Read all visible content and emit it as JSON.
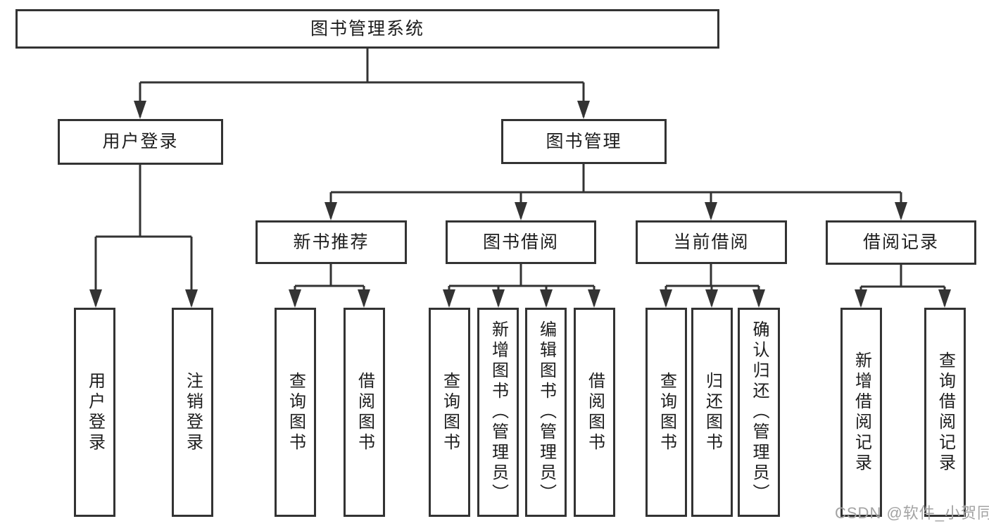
{
  "diagram_title": "图书管理系统",
  "tree": {
    "label": "图书管理系统",
    "children": [
      {
        "label": "用户登录",
        "children": [
          {
            "label": "用户登录"
          },
          {
            "label": "注销登录"
          }
        ]
      },
      {
        "label": "图书管理",
        "children": [
          {
            "label": "新书推荐",
            "children": [
              {
                "label": "查询图书"
              },
              {
                "label": "借阅图书"
              }
            ]
          },
          {
            "label": "图书借阅",
            "children": [
              {
                "label": "查询图书"
              },
              {
                "label": "新增图书（管理员）"
              },
              {
                "label": "编辑图书（管理员）"
              },
              {
                "label": "借阅图书"
              }
            ]
          },
          {
            "label": "当前借阅",
            "children": [
              {
                "label": "查询图书"
              },
              {
                "label": "归还图书"
              },
              {
                "label": "确认归还（管理员）"
              }
            ]
          },
          {
            "label": "借阅记录",
            "children": [
              {
                "label": "新增借阅记录"
              },
              {
                "label": "查询借阅记录"
              }
            ]
          }
        ]
      }
    ]
  },
  "watermark": {
    "text": "CSDN @软件_小贺同学"
  },
  "colors": {
    "line": "#333333",
    "text": "#1d1d1d",
    "background": "#ffffff",
    "watermark": "#a3a3a3"
  }
}
